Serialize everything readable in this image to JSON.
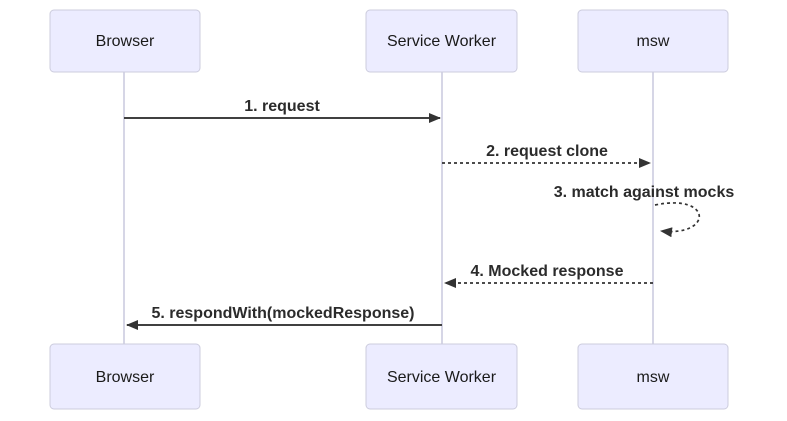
{
  "diagram": {
    "type": "sequence-diagram",
    "background": "#FFFFFF",
    "colors": {
      "actor_fill": "#ECECFF",
      "actor_border": "#CCCCDD",
      "lifeline": "#D6D6E6",
      "message_line": "#404040",
      "message_text": "#2B2B2B"
    },
    "actors": [
      {
        "id": "browser",
        "name": "Browser"
      },
      {
        "id": "service-worker",
        "name": "Service Worker"
      },
      {
        "id": "msw",
        "name": "msw"
      }
    ],
    "messages": [
      {
        "label": "1. request",
        "from": "Browser",
        "to": "Service Worker",
        "line": "solid",
        "arrow": "filled"
      },
      {
        "label": "2. request clone",
        "from": "Service Worker",
        "to": "msw",
        "line": "dotted",
        "arrow": "filled"
      },
      {
        "label": "3. match against mocks",
        "from": "msw",
        "to": "msw",
        "line": "dotted",
        "arrow": "filled",
        "self_loop": true
      },
      {
        "label": "4. Mocked response",
        "from": "msw",
        "to": "Service Worker",
        "line": "dotted",
        "arrow": "filled"
      },
      {
        "label": "5. respondWith(mockedResponse)",
        "from": "Service Worker",
        "to": "Browser",
        "line": "solid",
        "arrow": "filled"
      }
    ]
  }
}
